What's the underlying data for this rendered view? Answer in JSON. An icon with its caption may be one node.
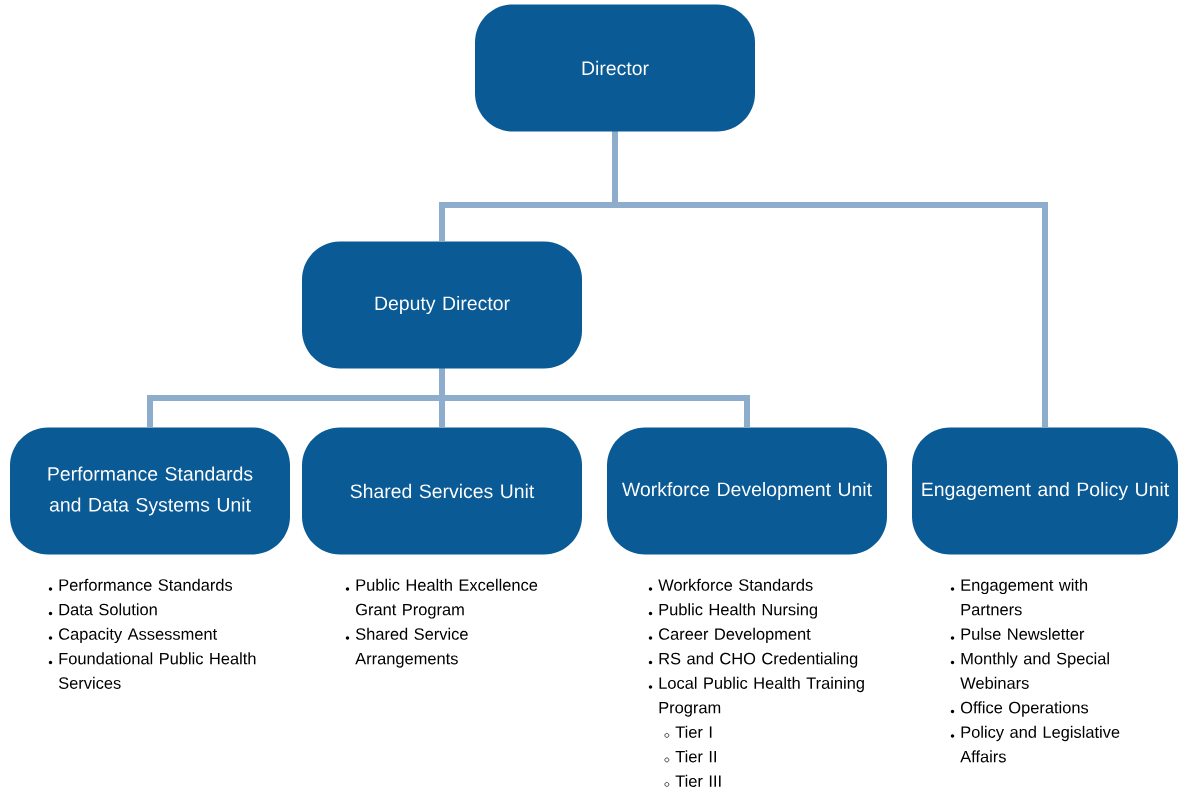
{
  "diagram": {
    "nodes": [
      {
        "text": [
          "Director"
        ]
      },
      {
        "text": [
          "Deputy Director"
        ]
      },
      {
        "text": [
          "Performance Standards and Data Systems Unit"
        ],
        "beside": [
          "Performance Standards",
          "Data Solution",
          "Capacity Assessment",
          "Foundational Public Health Services"
        ]
      },
      {
        "text": [
          "Shared Services Unit"
        ],
        "beside": [
          "Public Health Excellence Grant Program",
          "Shared Service Arrangements"
        ]
      },
      {
        "text": [
          "Workforce Development Unit"
        ],
        "beside": [
          "Workforce Standards",
          "Public Health Nursing",
          "Career Development",
          "RS and CHO Credentialing",
          "Local Public Health Training Program",
          "Tier I",
          "Tier II",
          "Tier III"
        ]
      },
      {
        "text": [
          "Engagement and Policy Unit"
        ],
        "beside": [
          "Engagement with Partners",
          "Pulse Newsletter",
          "Monthly and Special Webinars",
          "Office Operations",
          "Policy and Legislative Affairs"
        ]
      }
    ],
    "edges": [
      {
        "from": 0,
        "to": 1,
        "arrow": "none"
      },
      {
        "from": 0,
        "to": 5,
        "arrow": "none"
      },
      {
        "from": 1,
        "to": 2,
        "arrow": "none"
      },
      {
        "from": 1,
        "to": 3,
        "arrow": "none"
      },
      {
        "from": 1,
        "to": 4,
        "arrow": "none"
      }
    ]
  }
}
